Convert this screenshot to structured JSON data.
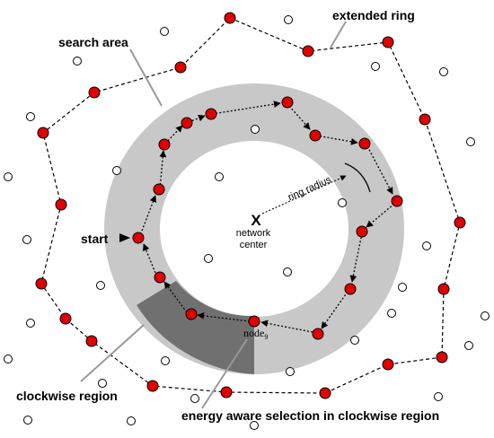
{
  "labels": {
    "extended_ring": "extended ring",
    "search_area": "search area",
    "start": "start",
    "center_mark": "X",
    "network_center_line1": "network",
    "network_center_line2": "center",
    "ring_radius": "ring radius",
    "node9_base": "node",
    "node9_sub": "9",
    "clockwise_region": "clockwise region",
    "energy_aware": "energy aware selection in clockwise region"
  },
  "colors": {
    "ring_fill": "#c8c8c8",
    "clockwise_fill": "#707070",
    "active_node": "#e00000",
    "idle_node": "#ffffff",
    "stroke": "#000000",
    "leader_line": "#999999"
  },
  "icons": {
    "start_arrow": "right-pointing-triangle",
    "path_arrow": "arrowhead"
  }
}
